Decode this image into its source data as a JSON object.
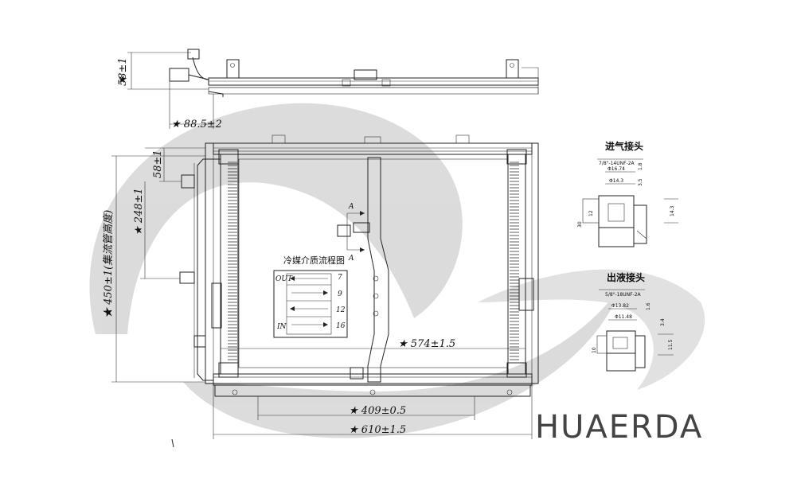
{
  "dimensions": {
    "top_height": "58±1",
    "top_width": "88.5±2",
    "upper_offset": "58±1",
    "mid_height": "248±1",
    "total_height": "450±1(集流管高度)",
    "core_width": "574±1.5",
    "mount_span": "409±0.5",
    "total_width": "610±1.5"
  },
  "section_marker": "A",
  "flow_diagram": {
    "title": "冷媒介质流程图",
    "out_label": "OUT",
    "in_label": "IN",
    "pass_numbers": [
      "7",
      "9",
      "12",
      "16"
    ]
  },
  "inlet_detail": {
    "title": "进气接头",
    "thread": "7/8\"-14UNF-2A",
    "d1": "Φ16.74",
    "d2": "Φ14.3",
    "dim_a": "1.8",
    "dim_b": "3.5",
    "dim_c": "14.3",
    "dim_d": "12",
    "dim_e": "30"
  },
  "outlet_detail": {
    "title": "出液接头",
    "thread": "5/8\"-18UNF-2A",
    "d1": "Φ13.82",
    "d2": "Φ11.48",
    "dim_a": "1.6",
    "dim_b": "3.4",
    "dim_c": "11.5",
    "dim_d": "10"
  },
  "brand": "HUAERDA"
}
